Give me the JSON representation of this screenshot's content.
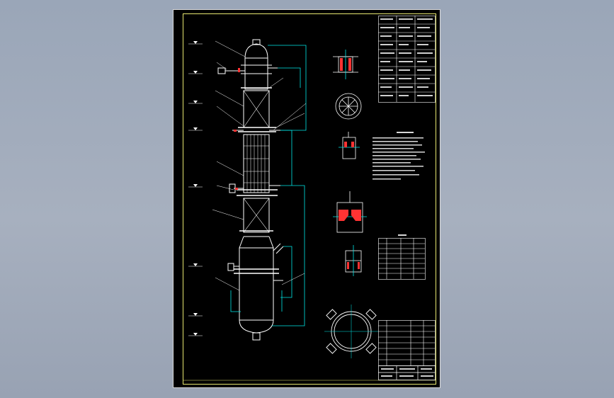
{
  "colors": {
    "viewport_background": "#9aa6b8",
    "sheet_background": "#000000",
    "frame": "#e8e870",
    "vessel": "#ffffff",
    "dimension": "#00e8e8",
    "piping": "#00e8e8",
    "hatch": "#ff3333",
    "table_text": "#ffffff",
    "accent": "#00ff00"
  },
  "drawing": {
    "subject": "tower-column-assembly",
    "main_view": "elevation",
    "side_views": [
      "section-top",
      "plan-manway",
      "nozzle-detail-1",
      "nozzle-detail-2",
      "nozzle-detail-3",
      "base-plan"
    ],
    "tables": [
      "design-data-table",
      "technical-notes",
      "nozzle-table",
      "parts-list",
      "title-block"
    ]
  }
}
